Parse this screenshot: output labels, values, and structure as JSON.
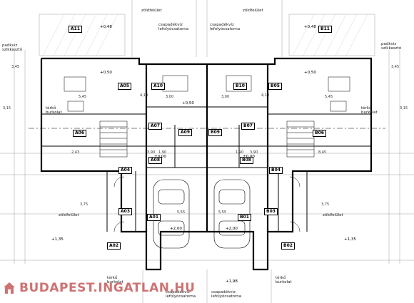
{
  "labels": {
    "green_top_left": "zöldfelület",
    "green_top_right": "zöldfelület",
    "green_left": "zöldfelület",
    "green_right": "zöldfelület",
    "padkviz_left": "padkviz\nszikkasztó",
    "padkviz_right": "padkviz\nszikkasztó",
    "gutter_left": "csapadékvíz\nlefolyócsatorna",
    "gutter_right": "csapadékvíz\nlefolyócsatorna",
    "gutter_bottom_left": "csapadékvíz\nlefolyócsatorna",
    "gutter_bottom_right": "csapadékvíz\nlefolyócsatorna",
    "terko_left": "térkő\nburkolat",
    "terko_right": "térkő\nburkolat",
    "terko_bottom_left": "térkő\nburkolat",
    "terko_bottom_right": "térkő\nburkolat"
  },
  "rooms": {
    "A11": "A11",
    "B11": "B11",
    "A05": "A05",
    "B05": "B05",
    "A10": "A10",
    "B10": "B10",
    "A06": "A06",
    "B06": "B06",
    "A07": "A07",
    "B07": "B07",
    "A09": "A09",
    "B09": "B09",
    "A08": "A08",
    "B08": "B08",
    "A04": "A04",
    "B04": "B04",
    "A03": "A03",
    "B03": "B03",
    "A01": "A01",
    "B01": "B01",
    "A02": "A02",
    "B02": "B02"
  },
  "elevations": {
    "e1": "+0,48",
    "e2": "+0,48",
    "e3": "+0,50",
    "e4": "+0,50",
    "e5": "+0,50",
    "e6": "±0,00",
    "e7": "±0,00",
    "e8": "+1,35",
    "e9": "+1,35",
    "e10": "+2,00",
    "e11": "+2,00",
    "e12": "+1,98"
  },
  "dims": {
    "d1": "3,45",
    "d2": "3,45",
    "d3": "3,00",
    "d4": "3,00",
    "d5": "5,45",
    "d6": "5,45",
    "d7": "3,15",
    "d8": "3,15",
    "d9": "4,10",
    "d10": "4,10",
    "d11": "5,55",
    "d12": "5,55",
    "d13": "3,75",
    "d14": "3,75",
    "d15": "2,43",
    "d16": "8,45",
    "d17": "1,90",
    "d18": "1,90",
    "d19": "3,90",
    "d20": "3,90"
  },
  "watermark": "BUDAPEST.INGATLAN.HU"
}
